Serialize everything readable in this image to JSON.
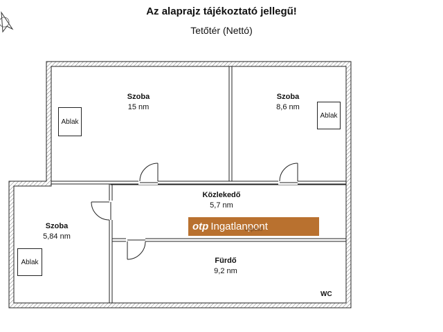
{
  "title": "Az alaprajz tájékoztató jellegű!",
  "subtitle": "Tetőtér (Nettó)",
  "rooms": [
    {
      "name": "Szoba",
      "area": "15 nm"
    },
    {
      "name": "Szoba",
      "area": "8,6 nm"
    },
    {
      "name": "Közlekedő",
      "area": "5,7 nm"
    },
    {
      "name": "Szoba",
      "area": "5,84 nm"
    },
    {
      "name": "Fürdő",
      "area": "9,2 nm"
    }
  ],
  "windows": [
    "Ablak",
    "Ablak",
    "Ablak"
  ],
  "watermark": {
    "logo": "otp",
    "text": "Ingatlanpont",
    "small": "Lépcső"
  },
  "wc_label": "WC",
  "icons": {
    "compass": "north-arrow-icon",
    "door": "door-swing-icon"
  }
}
